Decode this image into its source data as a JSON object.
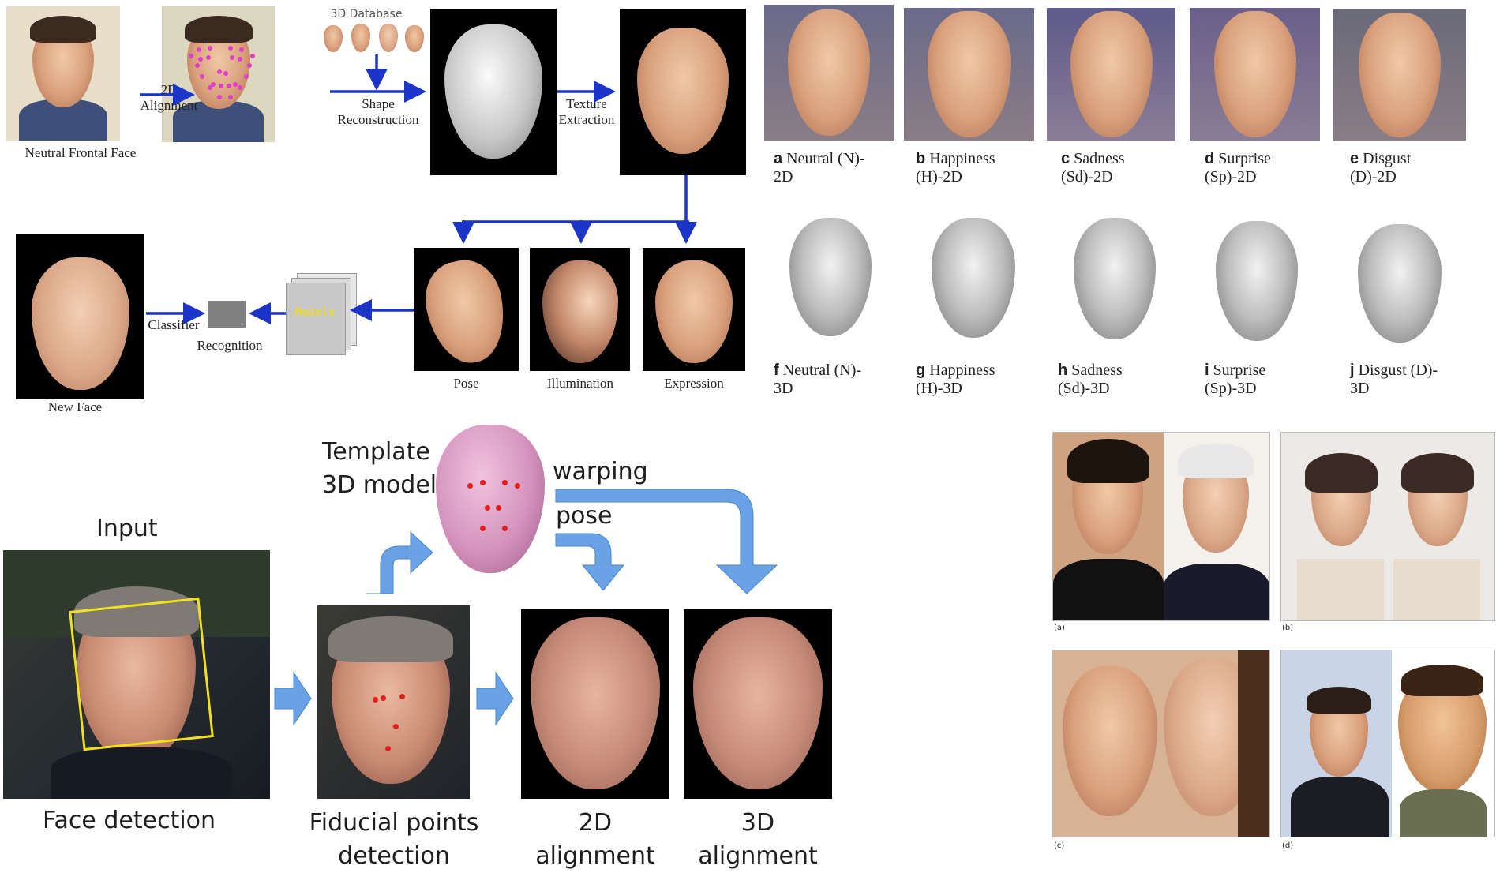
{
  "pipeline_top": {
    "neutral_frontal_face": "Neutral Frontal Face",
    "alignment_2d": "2D\nAlignment",
    "database_3d": "3D Database",
    "shape_reconstruction": "Shape\nReconstruction",
    "texture_extraction": "Texture\nExtraction",
    "new_face": "New Face",
    "classifier": "Classifier",
    "recognition": "Recognition",
    "models": "Models",
    "pose": "Pose",
    "illumination": "Illumination",
    "expression": "Expression"
  },
  "expressions": {
    "row_2d": [
      {
        "letter": "a",
        "text": "Neutral (N)-\n2D"
      },
      {
        "letter": "b",
        "text": "Happiness\n(H)-2D"
      },
      {
        "letter": "c",
        "text": "Sadness\n(Sd)-2D"
      },
      {
        "letter": "d",
        "text": "Surprise\n(Sp)-2D"
      },
      {
        "letter": "e",
        "text": "Disgust\n(D)-2D"
      }
    ],
    "row_3d": [
      {
        "letter": "f",
        "text": "Neutral (N)-\n3D"
      },
      {
        "letter": "g",
        "text": "Happiness\n(H)-3D"
      },
      {
        "letter": "h",
        "text": "Sadness\n(Sd)-3D"
      },
      {
        "letter": "i",
        "text": "Surprise\n(Sp)-3D"
      },
      {
        "letter": "j",
        "text": "Disgust (D)-\n3D"
      }
    ]
  },
  "alignment_pipeline": {
    "template": "Template\n3D model",
    "warping": "warping",
    "pose": "pose",
    "input": "Input",
    "face_detection": "Face detection",
    "fiducial": "Fiducial points\ndetection",
    "align_2d": "2D\nalignment",
    "align_3d": "3D\nalignment"
  },
  "comparison_panels": {
    "labels": [
      "(a)",
      "(b)",
      "(c)",
      "(d)"
    ]
  },
  "colors": {
    "flow_arrow": "#1a35c8",
    "big_arrow": "#6aa2e6",
    "landmark": "#e040c8",
    "fiducial": "#e0201a",
    "detection_box": "#f0e020"
  }
}
